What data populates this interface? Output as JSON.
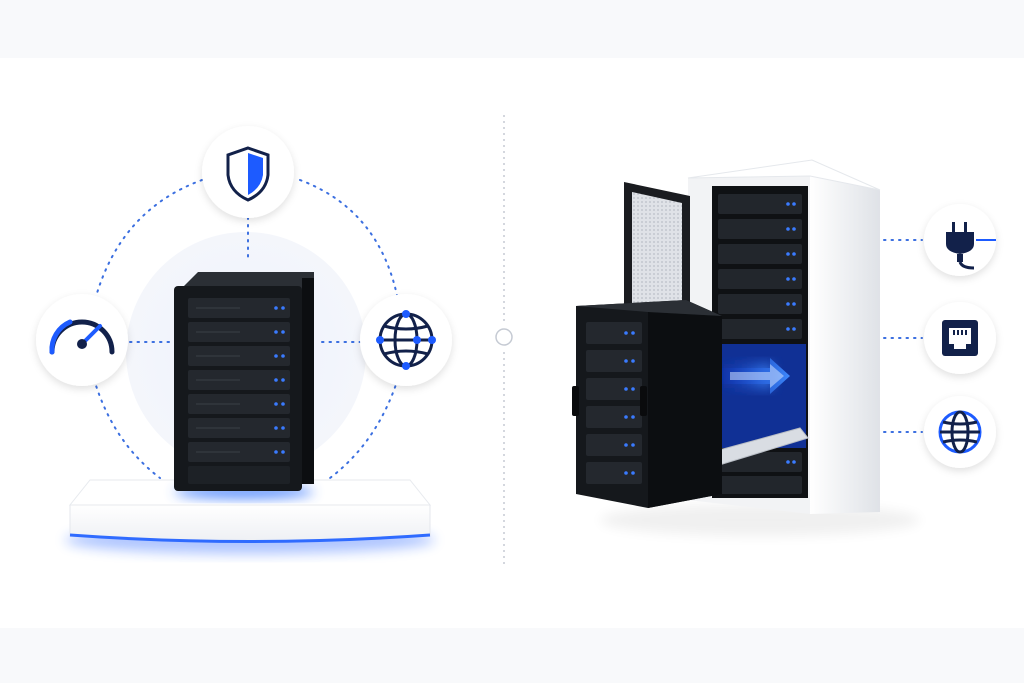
{
  "scene": {
    "left_panel": {
      "features": [
        "shield-icon",
        "speedometer-icon",
        "globe-network-icon"
      ],
      "product": "server-tower"
    },
    "right_panel": {
      "features": [
        "power-plug-icon",
        "ethernet-port-icon",
        "globe-icon"
      ],
      "product": "server-rack-cabinet",
      "action": "migration-arrow"
    },
    "colors": {
      "accent": "#1d5bff",
      "accent_glow": "#3f7dff",
      "server_body": "#15181c",
      "server_panel": "#24282e",
      "led": "#3a7bff",
      "cabinet": "#f2f3f5",
      "bubble": "#ffffff",
      "dotted_line": "#3b6fe0"
    }
  }
}
